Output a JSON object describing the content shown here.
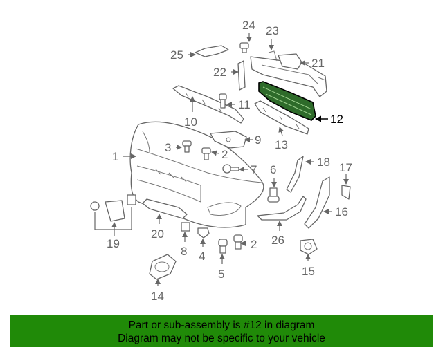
{
  "diagram": {
    "callouts": [
      {
        "id": "1",
        "label": "1"
      },
      {
        "id": "2a",
        "label": "2"
      },
      {
        "id": "2b",
        "label": "2"
      },
      {
        "id": "3",
        "label": "3"
      },
      {
        "id": "4",
        "label": "4"
      },
      {
        "id": "5",
        "label": "5"
      },
      {
        "id": "6",
        "label": "6"
      },
      {
        "id": "7",
        "label": "7"
      },
      {
        "id": "8",
        "label": "8"
      },
      {
        "id": "9",
        "label": "9"
      },
      {
        "id": "10",
        "label": "10"
      },
      {
        "id": "11",
        "label": "11"
      },
      {
        "id": "12",
        "label": "12"
      },
      {
        "id": "13",
        "label": "13"
      },
      {
        "id": "14",
        "label": "14"
      },
      {
        "id": "15",
        "label": "15"
      },
      {
        "id": "16",
        "label": "16"
      },
      {
        "id": "17",
        "label": "17"
      },
      {
        "id": "18",
        "label": "18"
      },
      {
        "id": "19",
        "label": "19"
      },
      {
        "id": "20",
        "label": "20"
      },
      {
        "id": "21",
        "label": "21"
      },
      {
        "id": "22",
        "label": "22"
      },
      {
        "id": "23",
        "label": "23"
      },
      {
        "id": "24",
        "label": "24"
      },
      {
        "id": "25",
        "label": "25"
      },
      {
        "id": "26",
        "label": "26"
      }
    ],
    "highlight_color": "#2e6b2a"
  },
  "banner": {
    "line1": "Part or sub-assembly is #12 in diagram",
    "line2": "Diagram may not be specific to your vehicle",
    "background": "#208a08"
  }
}
